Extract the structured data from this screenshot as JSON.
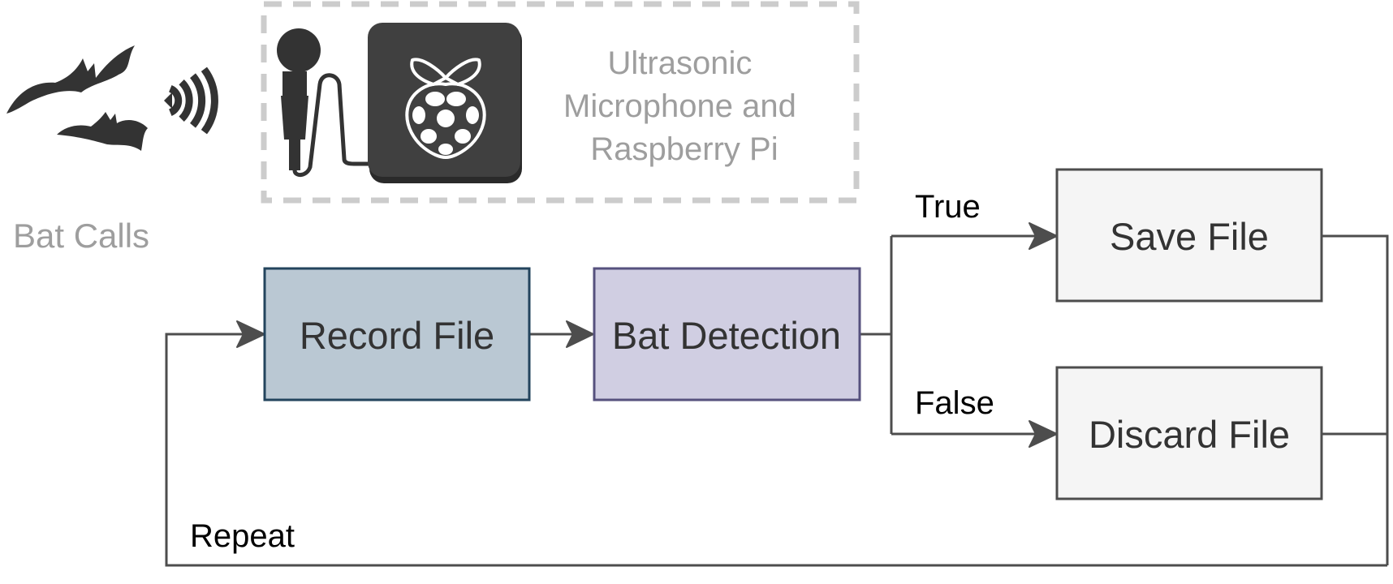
{
  "hardware": {
    "label_line1": "Ultrasonic",
    "label_line2": "Microphone and",
    "label_line3": "Raspberry Pi"
  },
  "bat_calls_label": "Bat Calls",
  "nodes": {
    "record": {
      "label": "Record File",
      "fill": "#bac8d3",
      "stroke": "#23445d"
    },
    "detect": {
      "label": "Bat Detection",
      "fill": "#d0cee2",
      "stroke": "#56517e"
    },
    "save": {
      "label": "Save File",
      "fill": "#f5f5f5",
      "stroke": "#4d4d4d"
    },
    "discard": {
      "label": "Discard File",
      "fill": "#f5f5f5",
      "stroke": "#4d4d4d"
    }
  },
  "edges": {
    "true_label": "True",
    "false_label": "False",
    "repeat_label": "Repeat"
  },
  "icons": {
    "bats": "bats-icon",
    "sound": "sound-waves-icon",
    "microphone": "microphone-icon",
    "raspberry_pi": "raspberry-pi-icon"
  },
  "colors": {
    "icon_dark": "#333333",
    "label_grey": "#9e9e9e",
    "edge": "#4d4d4d"
  }
}
